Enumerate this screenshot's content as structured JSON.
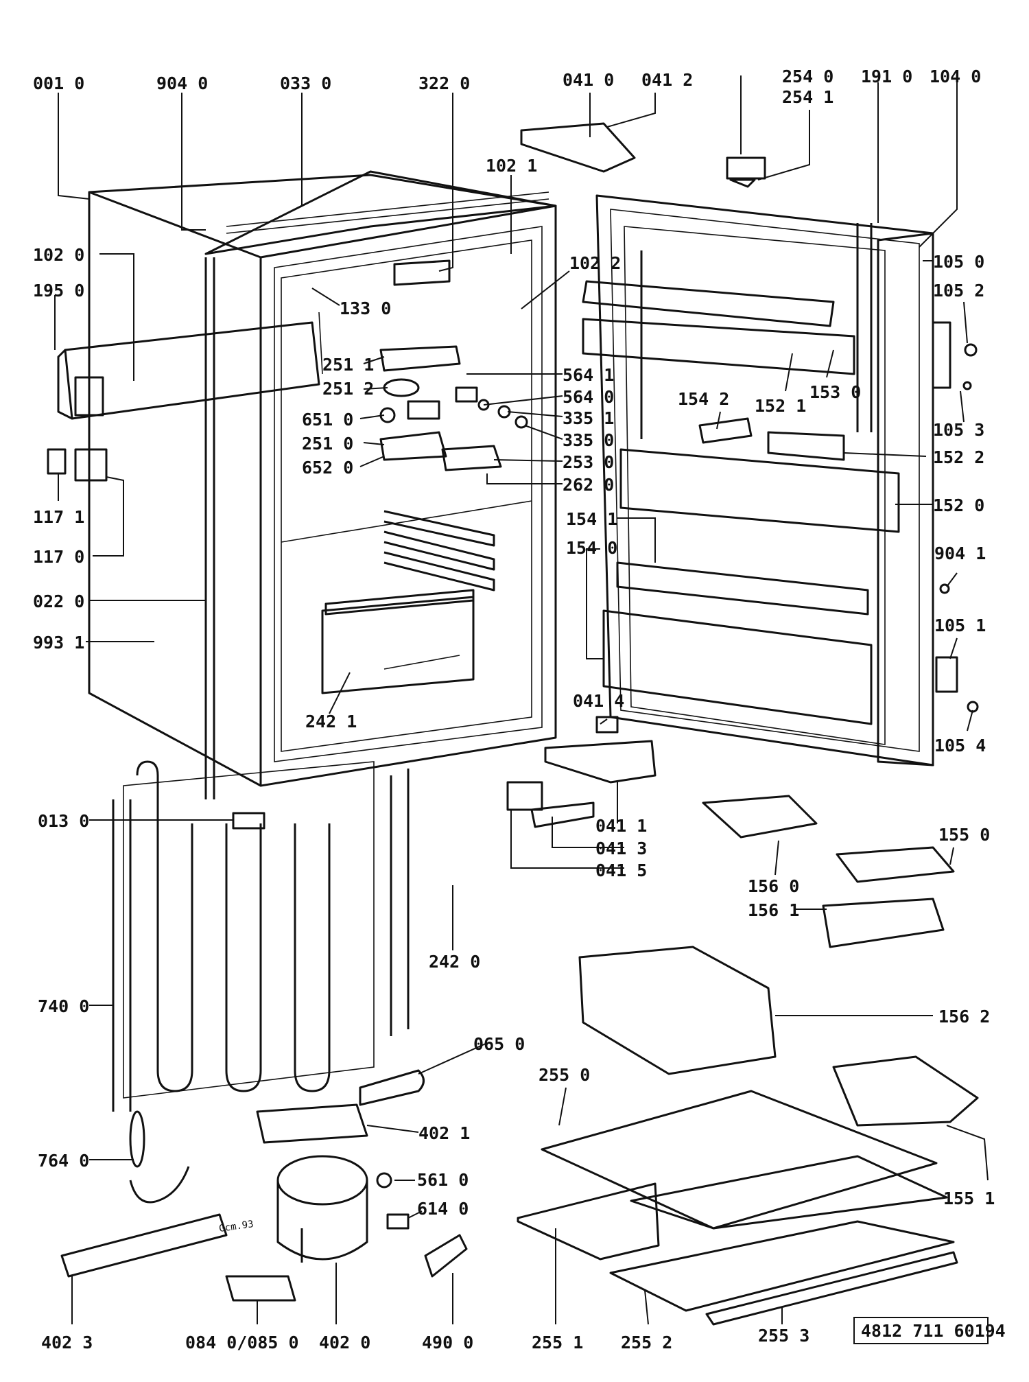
{
  "labels": [
    "001 0",
    "904 0",
    "033 0",
    "322 0",
    "041 0",
    "041 2",
    "254 0",
    "254 1",
    "191 0",
    "104 0",
    "102 1",
    "102 0",
    "195 0",
    "133 0",
    "102 2",
    "105 0",
    "105 2",
    "251 1",
    "564 1",
    "251 2",
    "564 0",
    "651 0",
    "335 1",
    "251 0",
    "335 0",
    "652 0",
    "253 0",
    "262 0",
    "154 2",
    "152 1",
    "153 0",
    "105 3",
    "152 2",
    "152 0",
    "117 1",
    "117 0",
    "154 1",
    "154 0",
    "904 1",
    "022 0",
    "993 1",
    "105 1",
    "242 1",
    "041 4",
    "105 4",
    "013 0",
    "041 1",
    "041 3",
    "041 5",
    "155 0",
    "156 0",
    "156 1",
    "242 0",
    "740 0",
    "156 2",
    "065 0",
    "255 0",
    "402 1",
    "764 0",
    "561 0",
    "614 0",
    "155 1",
    "402 3",
    "084 0/085 0",
    "402 0",
    "490 0",
    "255 1",
    "255 2",
    "255 3"
  ],
  "reference_number": "4812 711 60194",
  "stamp_text": "Gcm.93"
}
